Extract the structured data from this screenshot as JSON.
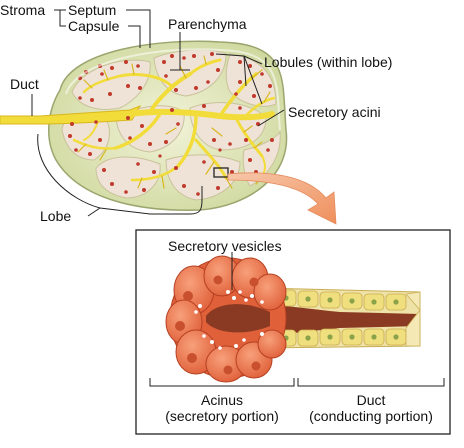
{
  "labels": {
    "stroma": "Stroma",
    "septum": "Septum",
    "capsule": "Capsule",
    "parenchyma": "Parenchyma",
    "lobules": "Lobules (within lobe)",
    "duct_top": "Duct",
    "secretory_acini": "Secretory acini",
    "lobe": "Lobe",
    "secretory_vesicles": "Secretory vesicles",
    "acinus_title": "Acinus",
    "acinus_sub": "(secretory portion)",
    "duct_title": "Duct",
    "duct_sub": "(conducting portion)"
  },
  "colors": {
    "gland_fill": "#e6ebc4",
    "gland_edge": "#9aa66e",
    "lobule_fill": "#efe3d8",
    "duct_yellow": "#f2dc3a",
    "duct_yellow_dark": "#d9b61f",
    "acini_red": "#c0392b",
    "acinus_orange": "#ee7048",
    "acinus_cell_dark": "#c8502f",
    "lumen_brown": "#8a3a22",
    "duct_cell": "#f0df7e",
    "callout_arrow": "#f1a37a"
  }
}
